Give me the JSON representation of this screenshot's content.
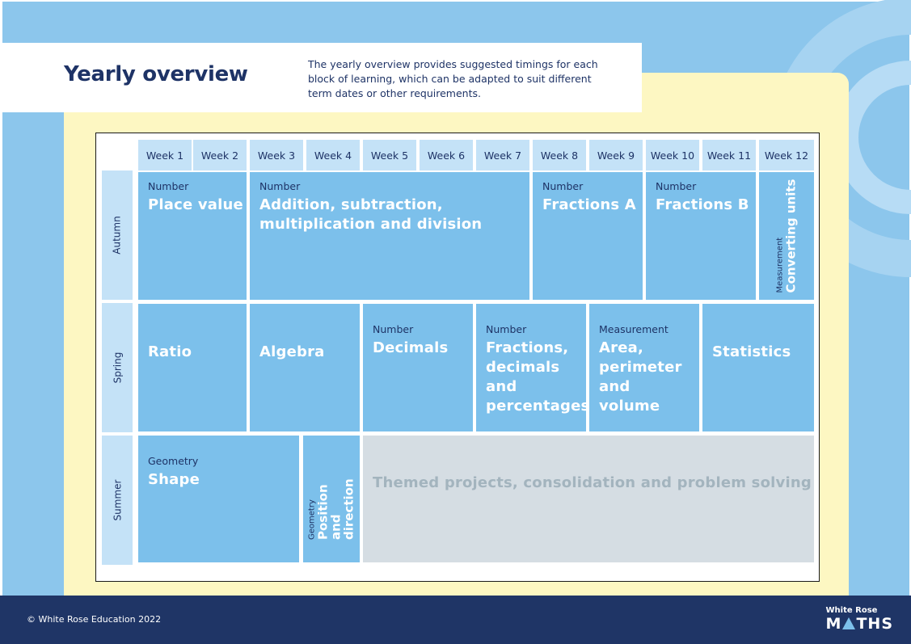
{
  "header": {
    "title": "Yearly overview",
    "description": "The yearly overview provides suggested timings for each block of learning, which can be adapted to suit different term dates or other requirements."
  },
  "weeks": [
    "Week 1",
    "Week 2",
    "Week 3",
    "Week 4",
    "Week 5",
    "Week 6",
    "Week 7",
    "Week 8",
    "Week 9",
    "Week 10",
    "Week 11",
    "Week 12"
  ],
  "terms": [
    "Autumn",
    "Spring",
    "Summer"
  ],
  "autumn": {
    "place_value": {
      "category": "Number",
      "name": "Place value"
    },
    "addition": {
      "category": "Number",
      "name": "Addition, subtraction, multiplication and division"
    },
    "fractions_a": {
      "category": "Number",
      "name": "Fractions A"
    },
    "fractions_b": {
      "category": "Number",
      "name": "Fractions B"
    },
    "converting": {
      "category": "Measurement",
      "name": "Converting units"
    }
  },
  "spring": {
    "ratio": {
      "name": "Ratio"
    },
    "algebra": {
      "name": "Algebra"
    },
    "decimals": {
      "category": "Number",
      "name": "Decimals"
    },
    "fdp": {
      "category": "Number",
      "name": "Fractions, decimals and percentages"
    },
    "area": {
      "category": "Measurement",
      "name": "Area, perimeter and volume"
    },
    "statistics": {
      "name": "Statistics"
    }
  },
  "summer": {
    "shape": {
      "category": "Geometry",
      "name": "Shape"
    },
    "position": {
      "category": "Geometry",
      "name": "Position and direction"
    },
    "themed": {
      "name": "Themed projects, consolidation and problem solving"
    }
  },
  "footer": {
    "copyright": "© White Rose Education 2022",
    "logo_line1": "White Rose",
    "logo_line2_a": "M",
    "logo_line2_b": "THS"
  },
  "colors": {
    "navy": "#1f3566",
    "block_blue": "#7cc0eb",
    "light_blue": "#c4e2f7",
    "cream": "#fdf7c2",
    "grey": "#d5dde3"
  }
}
